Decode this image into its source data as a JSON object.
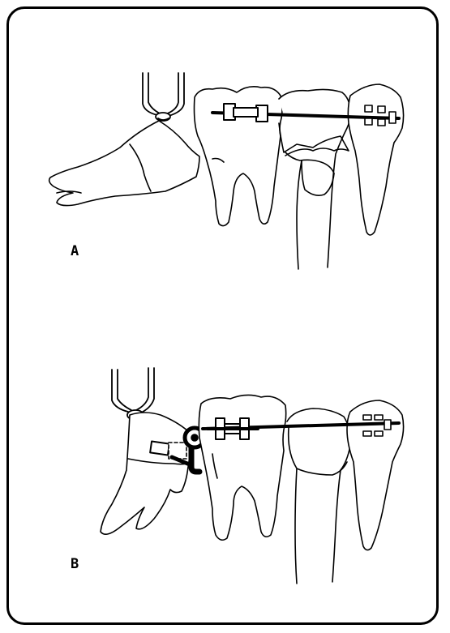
{
  "figure": {
    "panels": [
      {
        "label": "A",
        "description_id": "panel-a"
      },
      {
        "label": "B",
        "description_id": "panel-b"
      }
    ]
  },
  "colors": {
    "stroke": "#000000",
    "background": "#ffffff"
  }
}
